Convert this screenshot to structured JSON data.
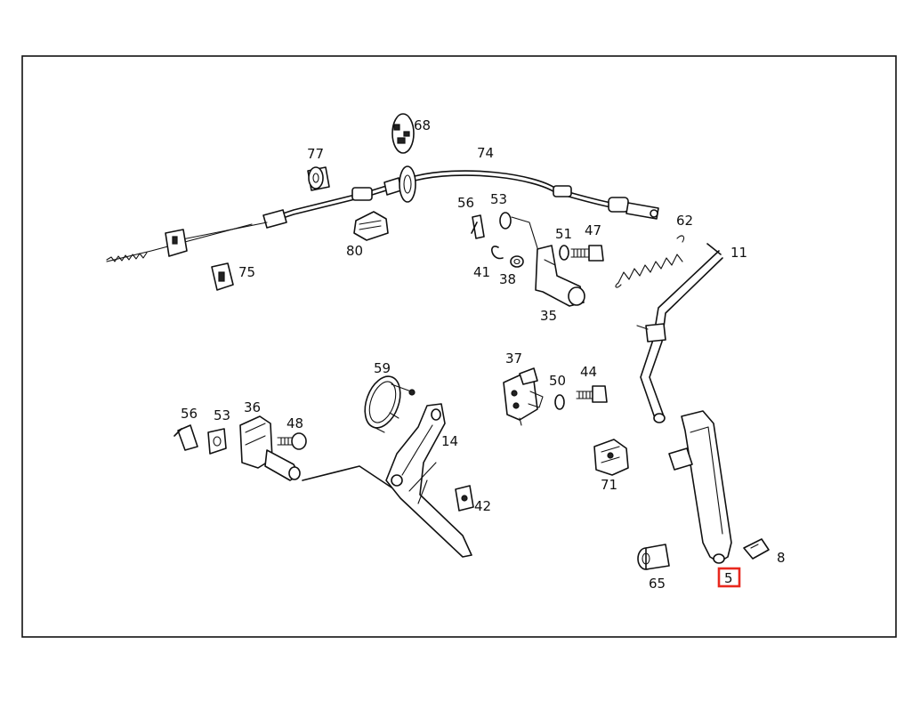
{
  "diagram": {
    "labels": {
      "p68": "68",
      "p77": "77",
      "p74": "74",
      "p56a": "56",
      "p53a": "53",
      "p62": "62",
      "p51": "51",
      "p47": "47",
      "p11": "11",
      "p80": "80",
      "p41": "41",
      "p38": "38",
      "p75": "75",
      "p35": "35",
      "p37": "37",
      "p59": "59",
      "p50": "50",
      "p44": "44",
      "p56b": "56",
      "p53b": "53",
      "p36": "36",
      "p48": "48",
      "p14": "14",
      "p71": "71",
      "p42": "42",
      "p8": "8",
      "p65": "65",
      "p5": "5"
    },
    "highlight_color": "#e8281e"
  }
}
